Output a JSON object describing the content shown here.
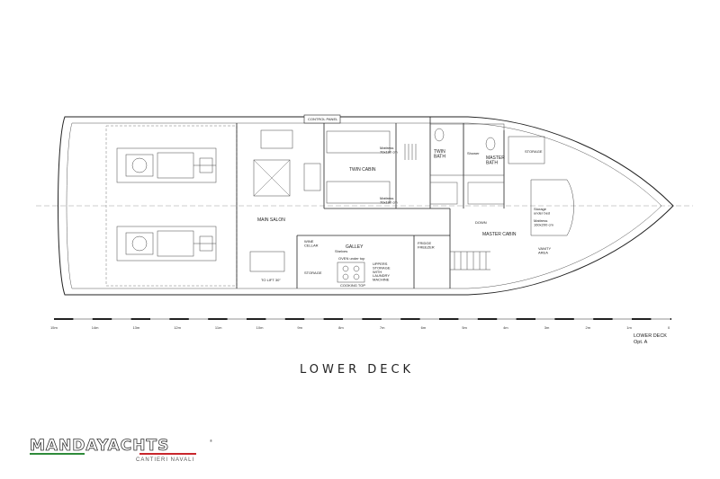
{
  "plan": {
    "rooms": {
      "control_panel": "CONTROL PANEL",
      "main_salon": "MAIN SALON",
      "twin_cabin": "TWIN CABIN",
      "galley": "GALLEY",
      "twin_bath": "TWIN\nBATH",
      "master_bath": "MASTER\nBATH",
      "master_cabin": "MASTER CABIN",
      "storage_top": "STORAGE",
      "storage_bottom": "STORAGE",
      "to_lift": "TO LIFT 30\"",
      "wine_cellar": "WINE\nCELLAR",
      "fridge": "FRIDGE\nFREEZER",
      "washer": "UPPERS\nSTORAGE\nWITH\nLAUNDRY\nMACHINE",
      "shower": "Shower",
      "mattress_top": "Mattress\n70x190 cm",
      "mattress_bottom": "Mattress\n70x190 cm",
      "mattress_master": "Mattress\n160x200 cm",
      "storage_under_bed": "Storage\nunder bed",
      "vanity": "VANITY\nAREA",
      "down": "DOWN",
      "oven": "OVEN under top",
      "cooking_top": "COOKING TOP",
      "shelves": "Shelves"
    },
    "scale_labels": [
      "15m",
      "14m",
      "13m",
      "12m",
      "11m",
      "10m",
      "9m",
      "8m",
      "7m",
      "6m",
      "5m",
      "4m",
      "3m",
      "2m",
      "1m",
      "0"
    ]
  },
  "caption": {
    "title": "LOWER DECK",
    "deck_name": "LOWER DECK",
    "option": "Opt. A"
  },
  "brand": {
    "name": "MANDAYACHTS",
    "registered": "®",
    "subtitle": "CANTIERI NAVALI"
  }
}
